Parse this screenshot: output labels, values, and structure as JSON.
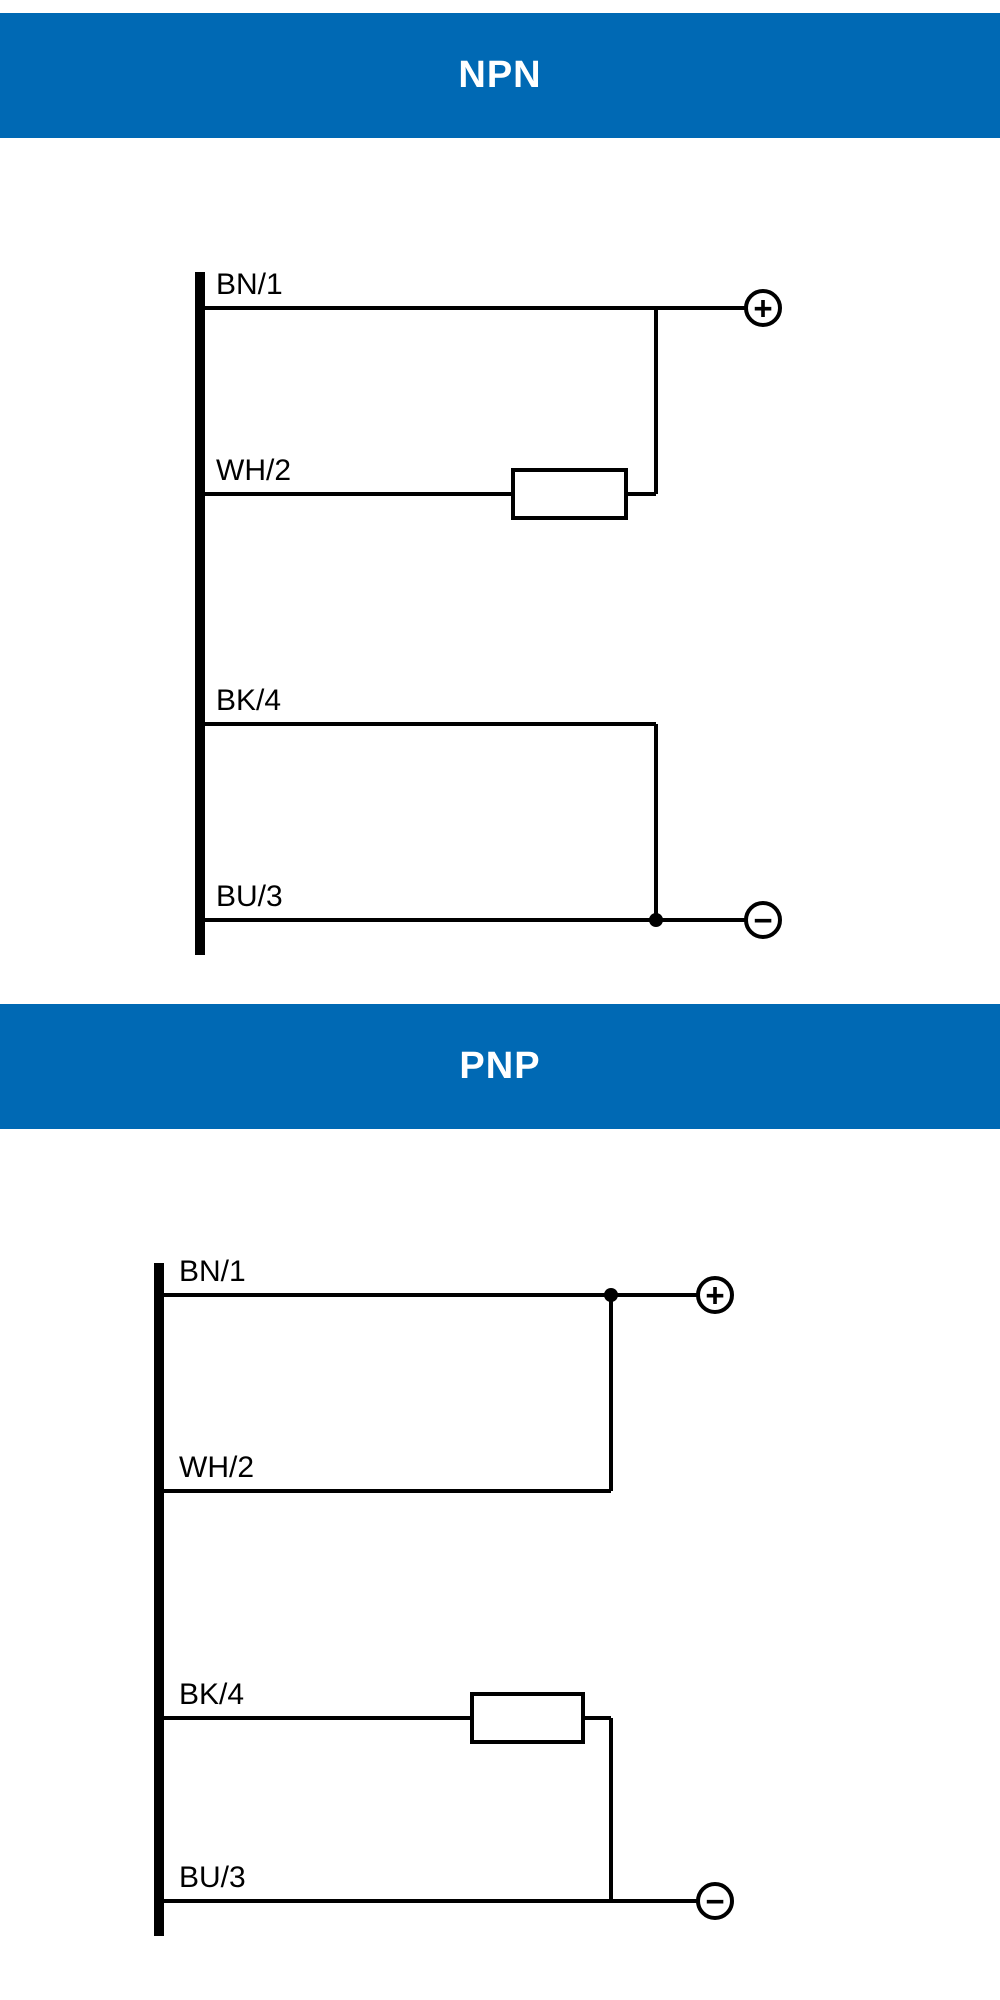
{
  "colors": {
    "header_bg": "#0069b4",
    "header_text": "#ffffff",
    "line": "#000000"
  },
  "sections": [
    {
      "title": "NPN",
      "wires": [
        {
          "label": "BN/1",
          "connects_to": "plus terminal"
        },
        {
          "label": "WH/2",
          "connects_to": "load, then up to plus rail"
        },
        {
          "label": "BK/4",
          "connects_to": "down to minus rail junction"
        },
        {
          "label": "BU/3",
          "connects_to": "minus terminal"
        }
      ],
      "terminals": {
        "plus": "+",
        "minus": "−"
      },
      "load_on_wire": "WH/2"
    },
    {
      "title": "PNP",
      "wires": [
        {
          "label": "BN/1",
          "connects_to": "plus terminal"
        },
        {
          "label": "WH/2",
          "connects_to": "up to plus rail junction"
        },
        {
          "label": "BK/4",
          "connects_to": "load, then down to minus rail"
        },
        {
          "label": "BU/3",
          "connects_to": "minus terminal"
        }
      ],
      "terminals": {
        "plus": "+",
        "minus": "−"
      },
      "load_on_wire": "BK/4"
    }
  ]
}
